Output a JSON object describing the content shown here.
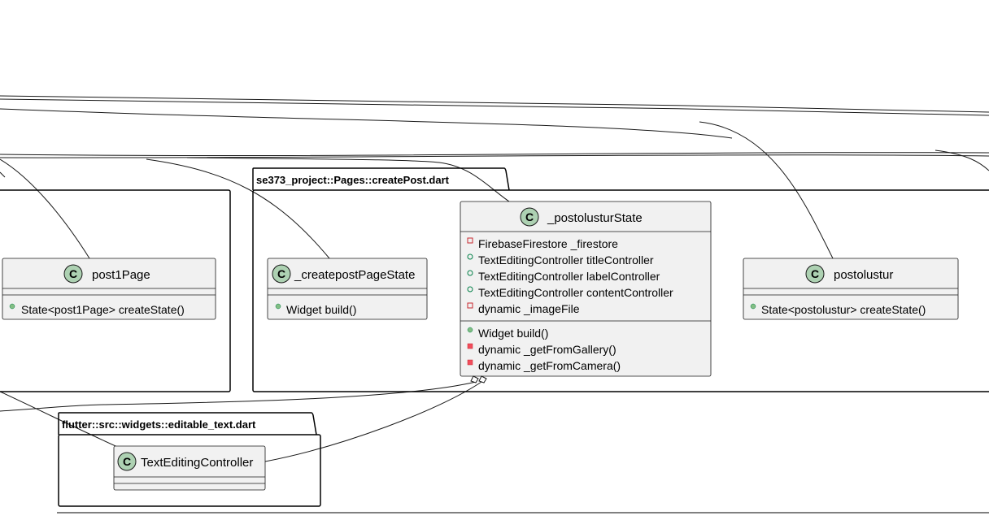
{
  "colors": {
    "class_fill": "#f1f1f1",
    "class_stroke": "#181818",
    "class_badge_fill": "#add1b2",
    "public_marker": "#84be84",
    "private_field_marker": "#c82930",
    "private_method_marker": "#f24d5c"
  },
  "packages": [
    {
      "id": "createPost",
      "title": "se373_project::Pages::createPost.dart"
    },
    {
      "id": "editable",
      "title": "flutter::src::widgets::editable_text.dart"
    },
    {
      "id": "post1",
      "title": ""
    }
  ],
  "classes": [
    {
      "id": "post1Page",
      "badge": "C",
      "name": "post1Page",
      "fields": [],
      "methods": [
        {
          "visibility": "public",
          "text": "State<post1Page> createState()"
        }
      ]
    },
    {
      "id": "createpostPageState",
      "badge": "C",
      "name": "_createpostPageState",
      "fields": [],
      "methods": [
        {
          "visibility": "public",
          "text": "Widget build()"
        }
      ]
    },
    {
      "id": "postolusturState",
      "badge": "C",
      "name": "_postolusturState",
      "fields": [
        {
          "visibility": "private",
          "text": "FirebaseFirestore _firestore"
        },
        {
          "visibility": "public",
          "text": "TextEditingController titleController"
        },
        {
          "visibility": "public",
          "text": "TextEditingController labelController"
        },
        {
          "visibility": "public",
          "text": "TextEditingController contentController"
        },
        {
          "visibility": "private",
          "text": "dynamic _imageFile"
        }
      ],
      "methods": [
        {
          "visibility": "public",
          "text": "Widget build()"
        },
        {
          "visibility": "private",
          "text": "dynamic _getFromGallery()"
        },
        {
          "visibility": "private",
          "text": "dynamic _getFromCamera()"
        }
      ]
    },
    {
      "id": "postolustur",
      "badge": "C",
      "name": "postolustur",
      "fields": [],
      "methods": [
        {
          "visibility": "public",
          "text": "State<postolustur> createState()"
        }
      ]
    },
    {
      "id": "TextEditingController",
      "badge": "C",
      "name": "TextEditingController",
      "fields": [],
      "methods": []
    }
  ]
}
